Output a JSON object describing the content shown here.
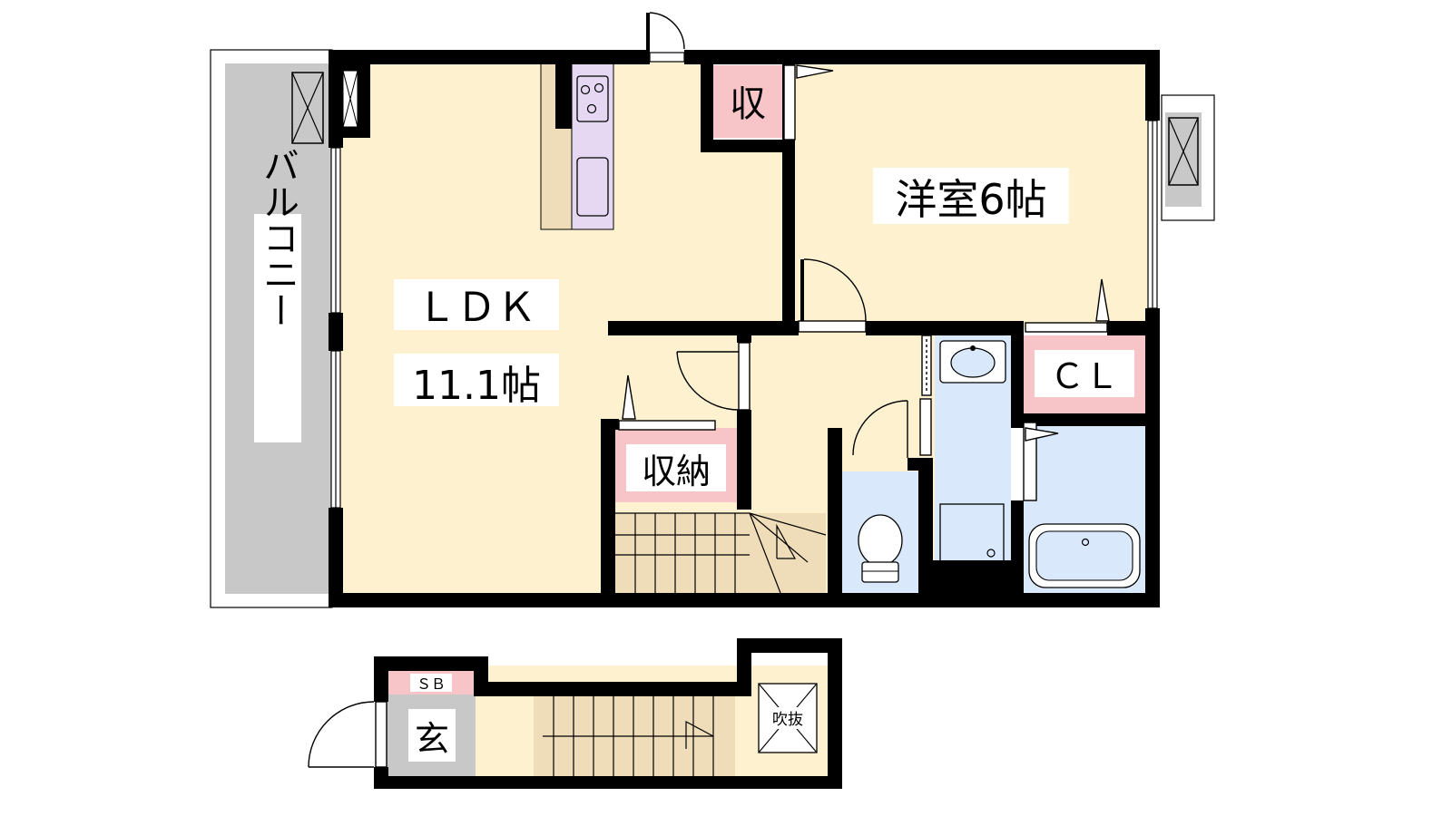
{
  "rooms": {
    "balcony": "バルコニー",
    "ldk_name": "ＬＤＫ",
    "ldk_size": "11.1帖",
    "bedroom": "洋室6帖",
    "storage_small": "収",
    "storage": "収納",
    "closet": "ＣＬ",
    "shoe_box": "ＳＢ",
    "entrance": "玄",
    "void": "吹抜"
  },
  "colors": {
    "room_floor": "#fdf1cf",
    "storage_pink": "#f7c4c8",
    "wet_area_blue": "#d9e9fb",
    "balcony_gray": "#c8c8c8",
    "entrance_gray": "#c8c8c8",
    "kitchen_lilac": "#e6d8f3",
    "wall": "#000000"
  }
}
